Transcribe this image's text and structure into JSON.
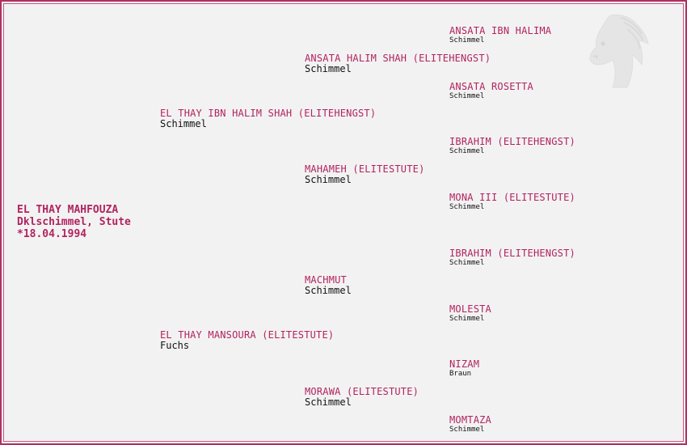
{
  "subject": {
    "name": "EL THAY MAHFOUZA",
    "details": "Dklschimmel, Stute",
    "birth": "*18.04.1994"
  },
  "pedigree": {
    "sire": {
      "name": "EL THAY IBN HALIM SHAH (ELITEHENGST)",
      "color": "Schimmel"
    },
    "dam": {
      "name": "EL THAY MANSOURA (ELITESTUTE)",
      "color": "Fuchs"
    },
    "sire_sire": {
      "name": "ANSATA HALIM SHAH (ELITEHENGST)",
      "color": "Schimmel"
    },
    "sire_dam": {
      "name": "MAHAMEH (ELITESTUTE)",
      "color": "Schimmel"
    },
    "dam_sire": {
      "name": "MACHMUT",
      "color": "Schimmel"
    },
    "dam_dam": {
      "name": "MORAWA (ELITESTUTE)",
      "color": "Schimmel"
    },
    "g3": [
      {
        "name": "ANSATA IBN HALIMA",
        "color": "Schimmel"
      },
      {
        "name": "ANSATA ROSETTA",
        "color": "Schimmel"
      },
      {
        "name": "IBRAHIM (ELITEHENGST)",
        "color": "Schimmel"
      },
      {
        "name": "MONA III (ELITESTUTE)",
        "color": "Schimmel"
      },
      {
        "name": "IBRAHIM (ELITEHENGST)",
        "color": "Schimmel"
      },
      {
        "name": "MOLESTA",
        "color": "Schimmel"
      },
      {
        "name": "NIZAM",
        "color": "Braun"
      },
      {
        "name": "MOMTAZA",
        "color": "Schimmel"
      }
    ]
  },
  "logo_icon": "horse-head-icon",
  "colors": {
    "accent": "#b0245f",
    "background": "#f3f2f2",
    "border": "#b0305f"
  }
}
